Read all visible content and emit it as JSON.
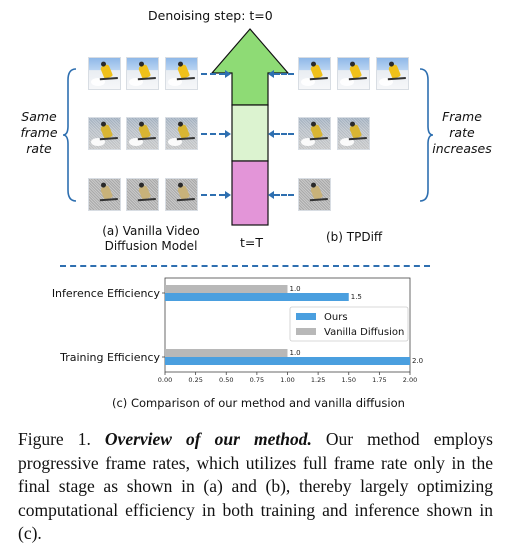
{
  "figure": {
    "top_label": "Denoising step: t=0",
    "bottom_label": "t=T",
    "left_brace_label": "Same\nframe\nrate",
    "right_brace_label": "Frame\nrate\nincreases",
    "caption_a": "(a) Vanilla Video\nDiffusion Model",
    "caption_b": "(b) TPDiff",
    "stage_colors": [
      "#8edb75",
      "#dcf3d0",
      "#e395d8"
    ],
    "arrow_color": "#2e6fb0"
  },
  "chart_data": {
    "type": "bar",
    "orientation": "horizontal",
    "categories": [
      "Inference Efficiency",
      "Training Efficiency"
    ],
    "series": [
      {
        "name": "Ours",
        "color": "#4a9fdf",
        "values": [
          1.5,
          2.0
        ]
      },
      {
        "name": "Vanilla Diffusion",
        "color": "#b8b8b8",
        "values": [
          1.0,
          1.0
        ]
      }
    ],
    "value_labels": {
      "Ours": [
        "1.5",
        "2.0"
      ],
      "Vanilla Diffusion": [
        "1.0",
        "1.0"
      ]
    },
    "xlim": [
      0.0,
      2.0
    ],
    "xticks": [
      "0.00",
      "0.25",
      "0.50",
      "0.75",
      "1.00",
      "1.25",
      "1.50",
      "1.75",
      "2.00"
    ],
    "legend_position": "right-center",
    "grid": false,
    "subcaption": "(c) Comparison of our method and vanilla diffusion"
  },
  "caption": {
    "figure_label": "Figure 1.",
    "title": "Overview of our method.",
    "body": "Our method employs progressive frame rates, which utilizes full frame rate only in the final stage as shown in (a) and (b), thereby largely optimizing computational efficiency in both training and inference shown in (c)."
  }
}
